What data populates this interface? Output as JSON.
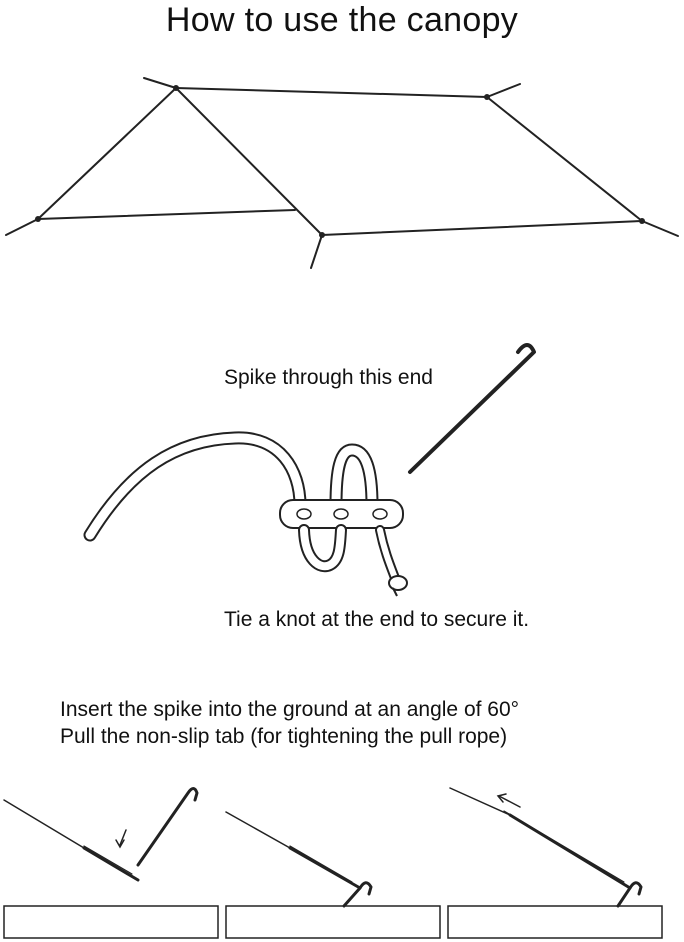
{
  "title": "How to use the canopy",
  "labels": {
    "spike_end": "Spike through this end",
    "tie_knot": "Tie a knot at the end to secure it."
  },
  "instructions": [
    "Insert the spike into the ground at an angle of 60°",
    "Pull the non-slip tab (for tightening the pull rope)"
  ],
  "colors": {
    "line": "#222222",
    "background": "#ffffff"
  },
  "figures": [
    "canopy-tarp-illustration",
    "guy-line-tensioner-illustration",
    "stake-step-insert",
    "stake-step-hook",
    "stake-step-tighten"
  ]
}
